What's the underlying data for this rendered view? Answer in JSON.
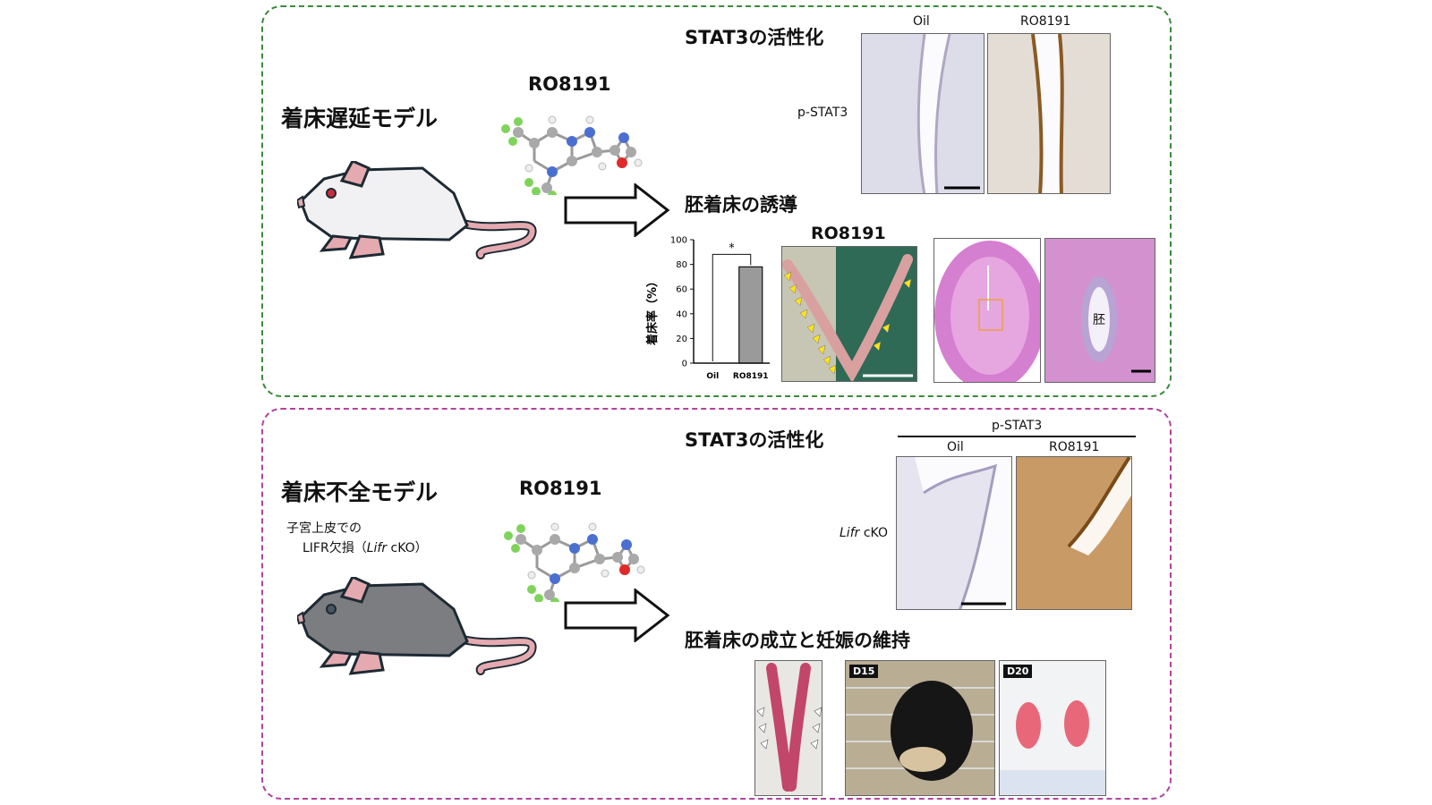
{
  "top": {
    "model_title": "着床遅延モデル",
    "drug": "RO8191",
    "stat3_heading": "STAT3の活性化",
    "ihc_col_oil": "Oil",
    "ihc_col_drug": "RO8191",
    "ihc_row": "p-STAT3",
    "induction_heading": "胚着床の誘導",
    "photo_label": "RO8191",
    "embryo_label": "胚"
  },
  "bottom": {
    "model_title": "着床不全モデル",
    "sub_line1": "子宮上皮での",
    "sub_line2_prefix": "LIFR欠損（",
    "sub_line2_italic": "Lifr",
    "sub_line2_suffix": " cKO）",
    "drug": "RO8191",
    "stat3_heading": "STAT3の活性化",
    "ihc_group": "p-STAT3",
    "ihc_col_oil": "Oil",
    "ihc_col_drug": "RO8191",
    "ihc_row_italic": "Lifr",
    "ihc_row_suffix": " cKO",
    "pregnancy_heading": "胚着床の成立と妊娠の維持",
    "day1": "D15",
    "day2": "D20"
  },
  "chart_data": {
    "type": "bar",
    "categories": [
      "Oil",
      "RO8191"
    ],
    "values": [
      0,
      78
    ],
    "ylabel": "着床率（%）",
    "ylim": [
      0,
      100
    ],
    "yticks": [
      0,
      20,
      40,
      60,
      80,
      100
    ],
    "significance": "*",
    "bar_colors": [
      "#9a9a9a",
      "#9a9a9a"
    ]
  },
  "colors": {
    "top_border": "#3b8a3b",
    "bottom_border": "#b1449c",
    "white_mouse": "#f1f1f3",
    "gray_mouse": "#7b7d80"
  }
}
